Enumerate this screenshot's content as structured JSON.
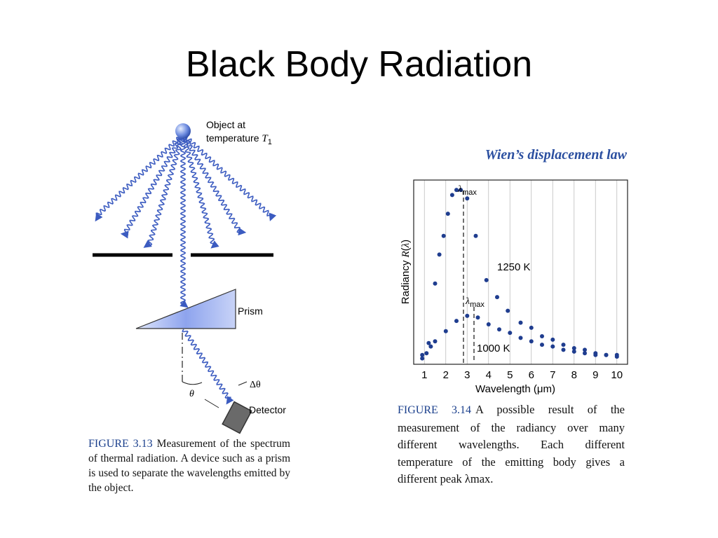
{
  "slide": {
    "title": "Black Body Radiation"
  },
  "left_figure": {
    "object_label_line1": "Object at",
    "object_label_line2": "temperature",
    "object_label_temp": "T",
    "object_label_sub": "1",
    "prism_label": "Prism",
    "theta_label": "θ",
    "delta_theta_label": "Δθ",
    "detector_label": "Detector",
    "caption_label": "FIGURE 3.13",
    "caption_text": "Measurement of the spectrum of thermal radiation. A device such as a prism is used to separate the wavelengths emitted by the object."
  },
  "right_figure": {
    "heading": "Wien’s displacement law",
    "caption_label": "FIGURE 3.14",
    "caption_text": "A possible result of the measurement of the radiancy over many different wavelengths. Each different temperature of the emitting body gives a different peak λmax."
  },
  "chart_data": {
    "type": "scatter",
    "title": "Wien’s displacement law",
    "xlabel": "Wavelength (μm)",
    "ylabel": "Radiancy R(λ)",
    "xlim": [
      0.5,
      10.5
    ],
    "ylim": [
      0,
      1.05
    ],
    "x_ticks": [
      1,
      2,
      3,
      4,
      5,
      6,
      7,
      8,
      9,
      10
    ],
    "grid": "vertical",
    "series": [
      {
        "name": "1250 K",
        "color": "#1f3d8f",
        "x": [
          0.9,
          1.2,
          1.5,
          1.7,
          1.9,
          2.1,
          2.3,
          2.5,
          2.7,
          3.0,
          3.4,
          3.9,
          4.4,
          4.9,
          5.5,
          6.0,
          6.5,
          7.0,
          7.5,
          8.0,
          8.5,
          9.0,
          9.5,
          10.0
        ],
        "y": [
          0.03,
          0.1,
          0.45,
          0.62,
          0.73,
          0.86,
          0.97,
          1.0,
          1.0,
          0.95,
          0.73,
          0.47,
          0.37,
          0.29,
          0.22,
          0.19,
          0.14,
          0.12,
          0.09,
          0.07,
          0.06,
          0.04,
          0.03,
          0.03
        ]
      },
      {
        "name": "1000 K",
        "color": "#1f3d8f",
        "x": [
          0.9,
          1.1,
          1.3,
          1.5,
          2.0,
          2.5,
          3.0,
          3.5,
          4.0,
          4.5,
          5.0,
          5.5,
          6.0,
          6.5,
          7.0,
          7.5,
          8.0,
          8.5,
          9.0,
          9.5,
          10.0
        ],
        "y": [
          0.01,
          0.04,
          0.08,
          0.11,
          0.17,
          0.23,
          0.26,
          0.25,
          0.21,
          0.18,
          0.16,
          0.13,
          0.11,
          0.09,
          0.08,
          0.06,
          0.05,
          0.04,
          0.03,
          0.03,
          0.02
        ]
      }
    ],
    "annotations": [
      "λmax",
      "λmax",
      "1250 K",
      "1000 K"
    ]
  }
}
